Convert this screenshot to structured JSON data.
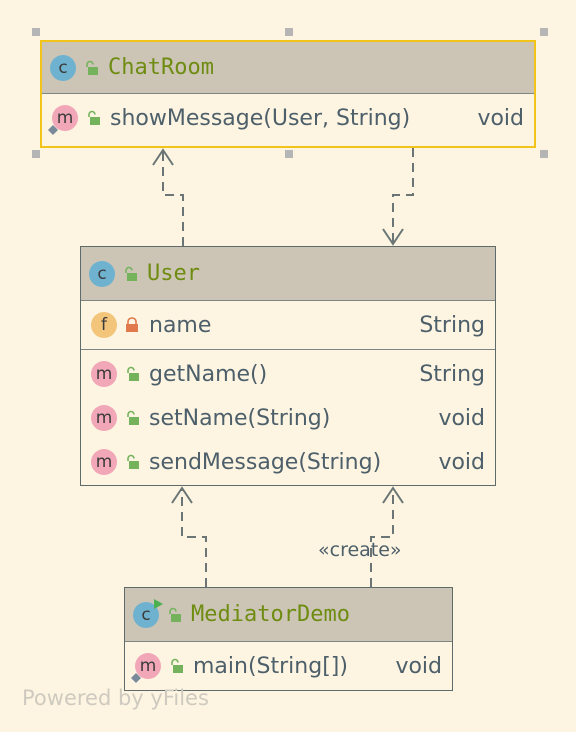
{
  "diagram": {
    "classes": [
      {
        "id": "chatroom",
        "name": "ChatRoom",
        "kind_icon": "class-icon",
        "visibility_icon": "public-lock-icon",
        "fields": [],
        "methods": [
          {
            "name": "showMessage(User, String)",
            "type": "void",
            "icon": "method-icon",
            "visibility": "public",
            "static": true
          }
        ]
      },
      {
        "id": "user",
        "name": "User",
        "kind_icon": "class-icon",
        "visibility_icon": "public-lock-icon",
        "fields": [
          {
            "name": "name",
            "type": "String",
            "icon": "field-icon",
            "visibility": "private"
          }
        ],
        "methods": [
          {
            "name": "getName()",
            "type": "String",
            "icon": "method-icon",
            "visibility": "public"
          },
          {
            "name": "setName(String)",
            "type": "void",
            "icon": "method-icon",
            "visibility": "public"
          },
          {
            "name": "sendMessage(String)",
            "type": "void",
            "icon": "method-icon",
            "visibility": "public"
          }
        ]
      },
      {
        "id": "mediatordemo",
        "name": "MediatorDemo",
        "kind_icon": "runnable-class-icon",
        "visibility_icon": "public-lock-icon",
        "fields": [],
        "methods": [
          {
            "name": "main(String[])",
            "type": "void",
            "icon": "method-icon",
            "visibility": "public",
            "static": true
          }
        ]
      }
    ],
    "edges": [
      {
        "from": "user",
        "to": "chatroom",
        "style": "dashed",
        "label": ""
      },
      {
        "from": "chatroom",
        "to": "user",
        "style": "dashed",
        "label": ""
      },
      {
        "from": "mediatordemo",
        "to": "user",
        "style": "dashed",
        "label": ""
      },
      {
        "from": "mediatordemo",
        "to": "user",
        "style": "dashed",
        "label": "«create»"
      }
    ],
    "watermark": "Powered by yFiles",
    "colors": {
      "background": "#fdf5e1",
      "header": "#ccc5b5",
      "title": "#6f8c12",
      "text": "#4d5f6a",
      "selection": "#f2c318",
      "edge": "#6b7575"
    }
  }
}
